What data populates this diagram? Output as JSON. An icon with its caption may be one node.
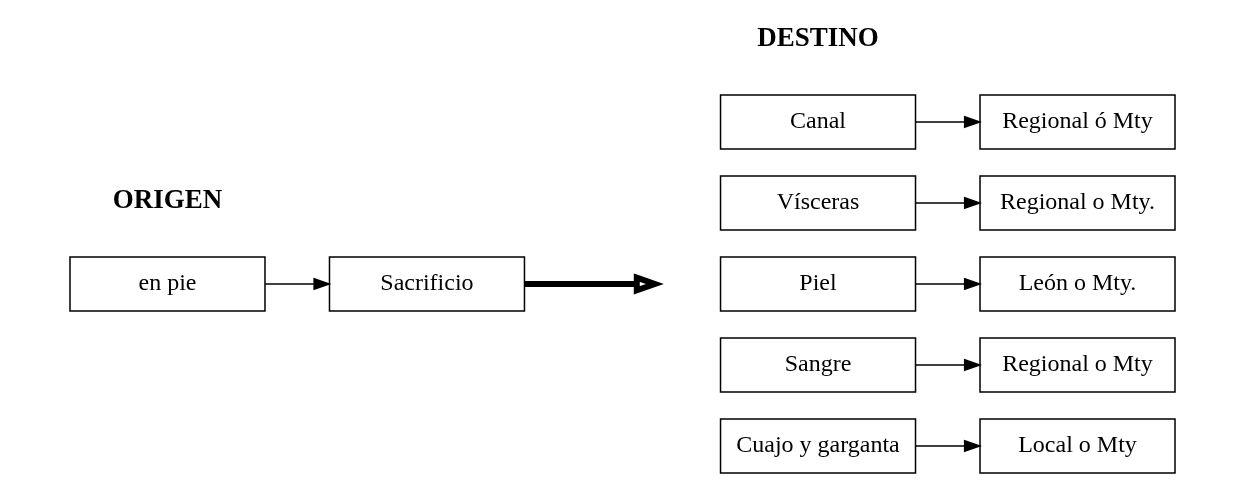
{
  "diagram": {
    "nodes": [
      {
        "text": [
          "en pie"
        ]
      },
      {
        "text": [
          "Sacrificio"
        ]
      },
      {
        "text": [
          "Canal"
        ]
      },
      {
        "text": [
          "Regional ó Mty"
        ]
      },
      {
        "text": [
          "Vísceras"
        ]
      },
      {
        "text": [
          "Regional o Mty."
        ]
      },
      {
        "text": [
          "Piel"
        ]
      },
      {
        "text": [
          "León o Mty."
        ]
      },
      {
        "text": [
          "Sangre"
        ]
      },
      {
        "text": [
          "Regional o Mty"
        ]
      },
      {
        "text": [
          "Cuajo y garganta"
        ]
      },
      {
        "text": [
          "Local o Mty"
        ]
      }
    ],
    "edges": [
      {
        "from": 0,
        "to": 1,
        "arrow": "to"
      },
      {
        "from": 1,
        "to": null,
        "arrow": "to",
        "style": "thick"
      },
      {
        "from": 2,
        "to": 3,
        "arrow": "to"
      },
      {
        "from": 4,
        "to": 5,
        "arrow": "to"
      },
      {
        "from": 6,
        "to": 7,
        "arrow": "to"
      },
      {
        "from": 8,
        "to": 9,
        "arrow": "to"
      },
      {
        "from": 10,
        "to": 11,
        "arrow": "to"
      }
    ],
    "labels": [
      "DESTINO",
      "ORIGEN"
    ]
  }
}
